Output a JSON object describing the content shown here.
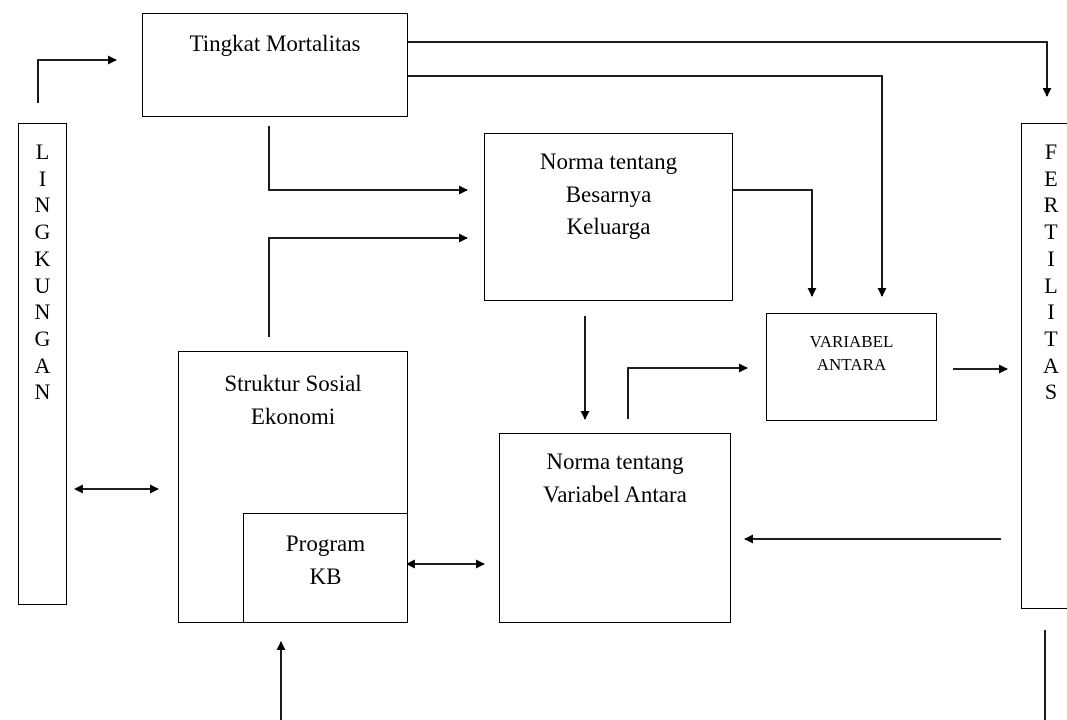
{
  "diagram": {
    "lingkungan_letters": [
      "L",
      "I",
      "N",
      "G",
      "K",
      "U",
      "N",
      "G",
      "A",
      "N"
    ],
    "fertilitas_letters": [
      "F",
      "E",
      "R",
      "T",
      "I",
      "L",
      "I",
      "T",
      "A",
      "S"
    ],
    "tingkat_mortalitas": "Tingkat Mortalitas",
    "norma_besar_keluarga": "Norma tentang\nBesarnya\nKeluarga",
    "variabel_antara": "VARIABEL\nANTARA",
    "struktur_sosial": "Struktur Sosial\nEkonomi",
    "program_kb": "Program\nKB",
    "norma_variabel_antara": "Norma tentang\nVariabel Antara"
  }
}
